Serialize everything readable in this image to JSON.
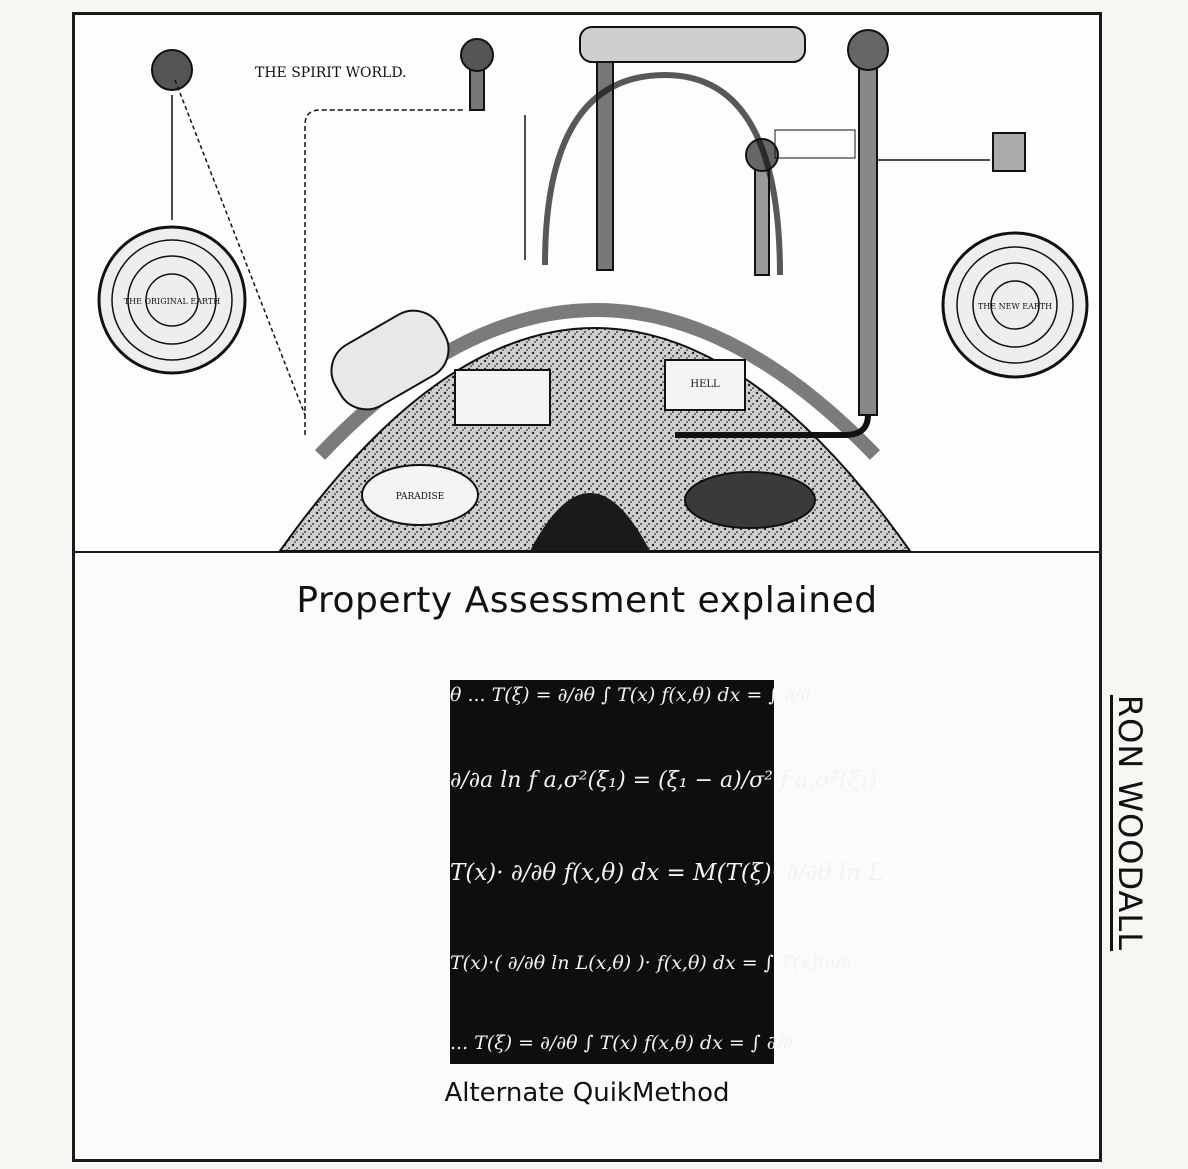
{
  "illustration": {
    "labels": {
      "spirit_world": "THE SPIRIT WORLD.",
      "original_earth": "THE ORIGINAL EARTH",
      "new_earth": "THE NEW EARTH",
      "paradise": "PARADISE",
      "hell": "HELL"
    }
  },
  "heading": "Property Assessment explained",
  "formulas": {
    "lines": [
      "θ ... T(ξ) = ∂/∂θ ∫ T(x) f(x,θ) dx = ∫ ∂/∂",
      "∂/∂a ln f a,σ²(ξ₁) = (ξ₁ − a)/σ² f a,σ²(ξ₁)",
      "T(x)· ∂/∂θ f(x,θ) dx = M(T(ξ)· ∂/∂θ ln L",
      "T(x)·( ∂/∂θ ln L(x,θ) )· f(x,θ) dx = ∫ T(x)(∂/∂",
      "... T(ξ) = ∂/∂θ ∫ T(x) f(x,θ) dx = ∫ ∂/∂"
    ]
  },
  "caption": "Alternate QuikMethod",
  "author": "RON WOODALL"
}
